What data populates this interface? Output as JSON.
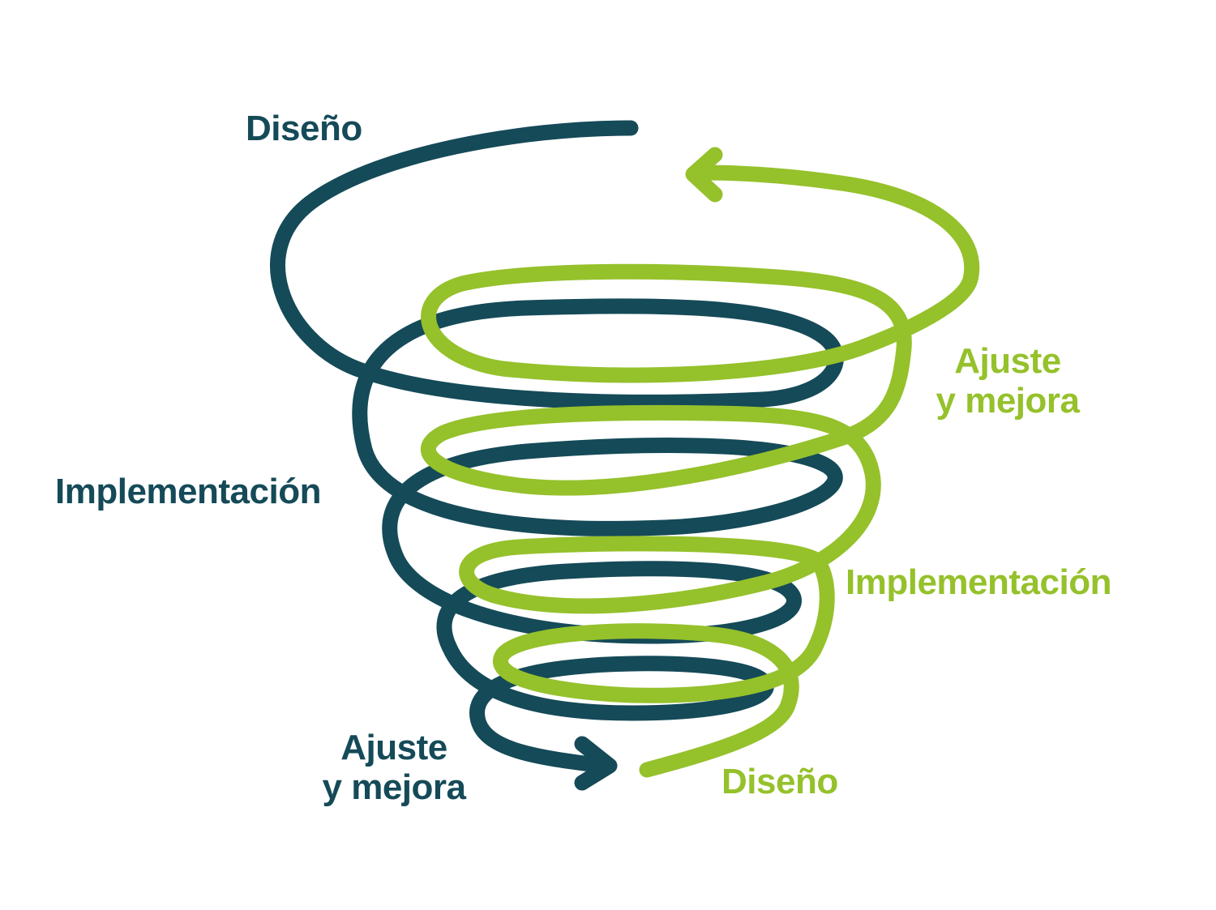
{
  "colors": {
    "dark": "#154a58",
    "green": "#95c12b",
    "background": "#ffffff"
  },
  "labels": {
    "dark_design": "Diseño",
    "dark_implementation": "Implementación",
    "dark_adjust_line1": "Ajuste",
    "dark_adjust_line2": "y mejora",
    "green_adjust_line1": "Ajuste",
    "green_adjust_line2": "y mejora",
    "green_implementation": "Implementación",
    "green_design": "Diseño"
  }
}
